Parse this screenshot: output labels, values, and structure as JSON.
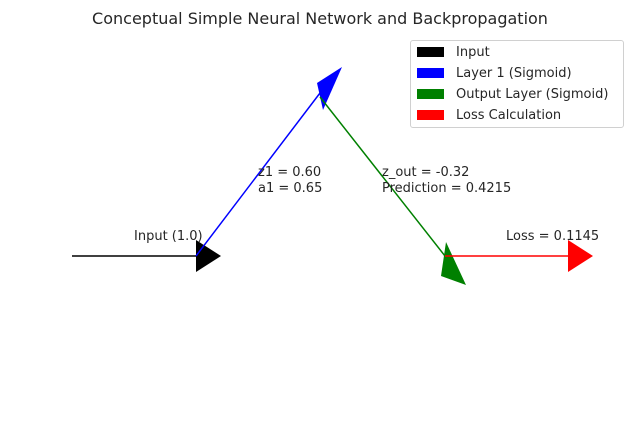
{
  "title": "Conceptual Simple Neural Network and Backpropagation",
  "annotations": {
    "input": "Input (1.0)",
    "z1": "z1 = 0.60",
    "a1": "a1 = 0.65",
    "z_out": "z_out = -0.32",
    "prediction": "Prediction = 0.4215",
    "loss": "Loss = 0.1145"
  },
  "legend": [
    {
      "label": "Input",
      "color": "#000000"
    },
    {
      "label": "Layer 1 (Sigmoid)",
      "color": "#0000ff"
    },
    {
      "label": "Output Layer (Sigmoid)",
      "color": "#008000"
    },
    {
      "label": "Loss Calculation",
      "color": "#ff0000"
    }
  ]
}
